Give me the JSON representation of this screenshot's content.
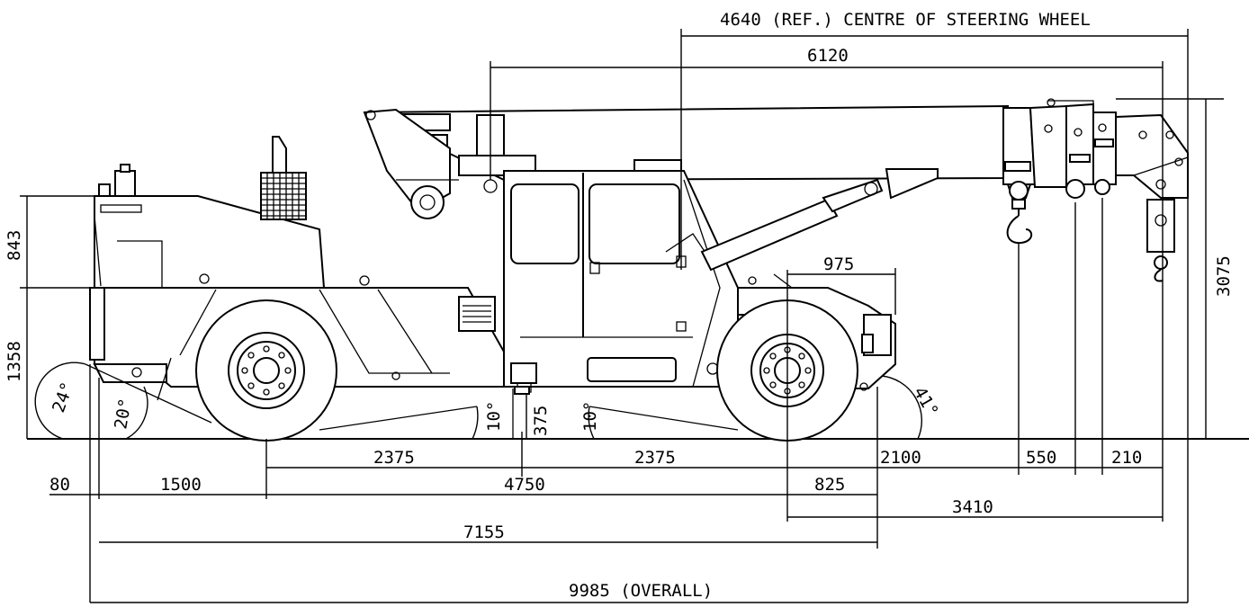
{
  "dimensions": {
    "steering_ref": "4640 (REF.) CENTRE OF STEERING WHEEL",
    "d6120": "6120",
    "d3075": "3075",
    "d843": "843",
    "d1358": "1358",
    "d975": "975",
    "d2375a": "2375",
    "d2375b": "2375",
    "d2100": "2100",
    "d550": "550",
    "d210": "210",
    "d80": "80",
    "d1500": "1500",
    "d4750": "4750",
    "d825": "825",
    "d3410": "3410",
    "d7155": "7155",
    "d9985": "9985 (OVERALL)",
    "d375": "375"
  },
  "angles": {
    "a24": "24°",
    "a20": "20°",
    "a10_left": "10°",
    "a10_right": "10°",
    "a41": "41°"
  }
}
